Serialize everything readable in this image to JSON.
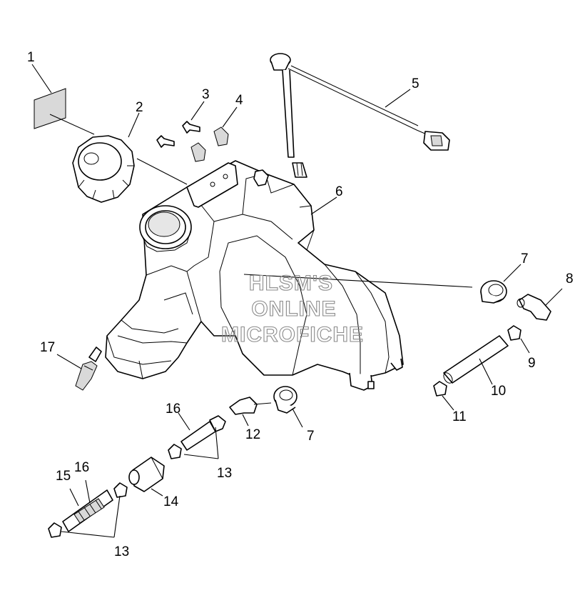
{
  "watermark": [
    "HLSM'S",
    "ONLINE",
    "MICROFICHE"
  ],
  "callouts": {
    "c1": "1",
    "c2": "2",
    "c3": "3",
    "c4": "4",
    "c5": "5",
    "c6": "6",
    "c7a": "7",
    "c7b": "7",
    "c8": "8",
    "c9": "9",
    "c10": "10",
    "c11": "11",
    "c12": "12",
    "c13a": "13",
    "c13b": "13",
    "c14": "14",
    "c15": "15",
    "c16a": "16",
    "c16b": "16",
    "c17": "17"
  }
}
